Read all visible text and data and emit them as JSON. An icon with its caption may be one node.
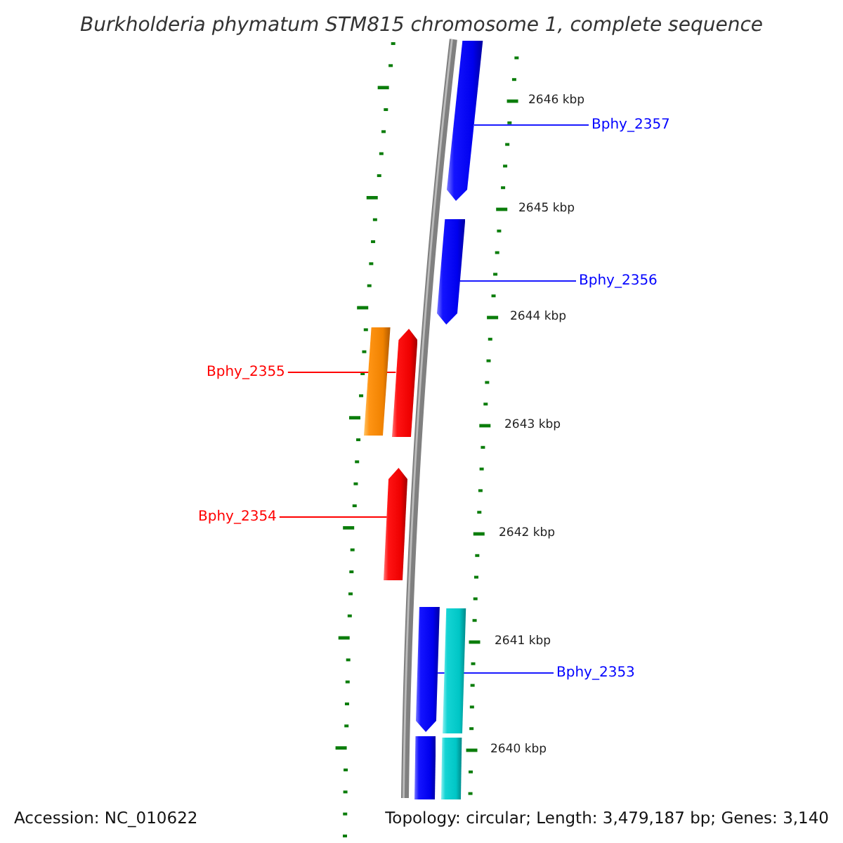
{
  "diagram": {
    "title": "Burkholderia phymatum STM815 chromosome 1, complete sequence",
    "nodes": [
      {
        "text": [],
        "shape": "arrow"
      },
      {
        "text": [],
        "shape": "arrow"
      },
      {
        "text": [],
        "shape": "bar"
      },
      {
        "text": [],
        "shape": "arrow"
      },
      {
        "text": [],
        "shape": "arrow"
      },
      {
        "text": [],
        "shape": "arrow"
      },
      {
        "text": [],
        "shape": "bar"
      },
      {
        "text": [],
        "shape": "bar"
      },
      {
        "text": [],
        "shape": "bar"
      },
      {
        "text": [
          "Bphy_2357"
        ]
      },
      {
        "text": [
          "Bphy_2356"
        ]
      },
      {
        "text": [
          "Bphy_2355"
        ]
      },
      {
        "text": [
          "Bphy_2354"
        ]
      },
      {
        "text": [
          "Bphy_2353"
        ]
      }
    ],
    "edges": [
      {
        "from": 9,
        "to": 0,
        "arrow": "none"
      },
      {
        "from": 10,
        "to": 1,
        "arrow": "none"
      },
      {
        "from": 11,
        "to": 3,
        "arrow": "none",
        "color": "#ff0000"
      },
      {
        "from": 12,
        "to": 4,
        "arrow": "none",
        "color": "#ff0000"
      },
      {
        "from": 13,
        "to": 5,
        "arrow": "none"
      }
    ],
    "labels": [
      "2646 kbp",
      "2645 kbp",
      "2644 kbp",
      "2643 kbp",
      "2642 kbp",
      "2641 kbp",
      "2640 kbp",
      "Accession: NC_010622",
      "Topology: circular; Length: 3,479,187 bp; Genes: 3,140"
    ]
  }
}
